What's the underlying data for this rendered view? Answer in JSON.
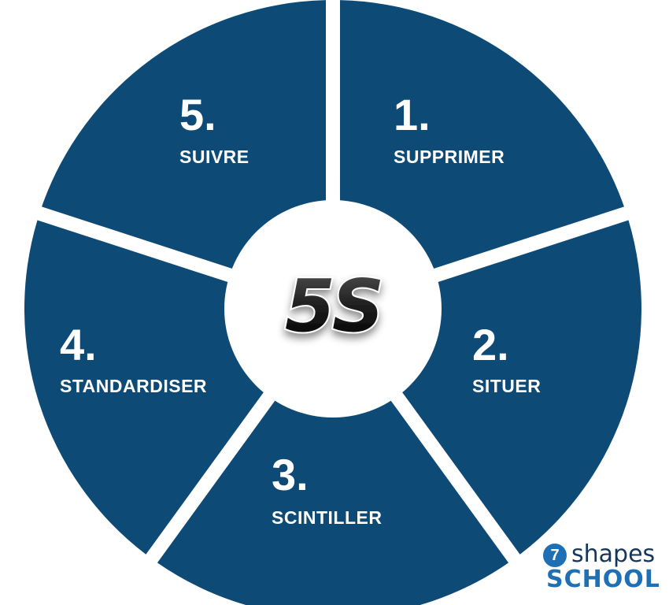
{
  "center": {
    "label": "5S"
  },
  "segments": [
    {
      "number": "1.",
      "label": "SUPPRIMER"
    },
    {
      "number": "2.",
      "label": "SITUER"
    },
    {
      "number": "3.",
      "label": "SCINTILLER"
    },
    {
      "number": "4.",
      "label": "STANDARDISER"
    },
    {
      "number": "5.",
      "label": "SUIVRE"
    }
  ],
  "logo": {
    "badge": "7",
    "word1": "shapes",
    "word2": "SCHOOL"
  },
  "colors": {
    "segment": "#0d4a76",
    "background": "#ffffff",
    "center_text": "#1a1a1a",
    "logo_blue": "#1f6fb5",
    "logo_dark": "#17365c"
  }
}
